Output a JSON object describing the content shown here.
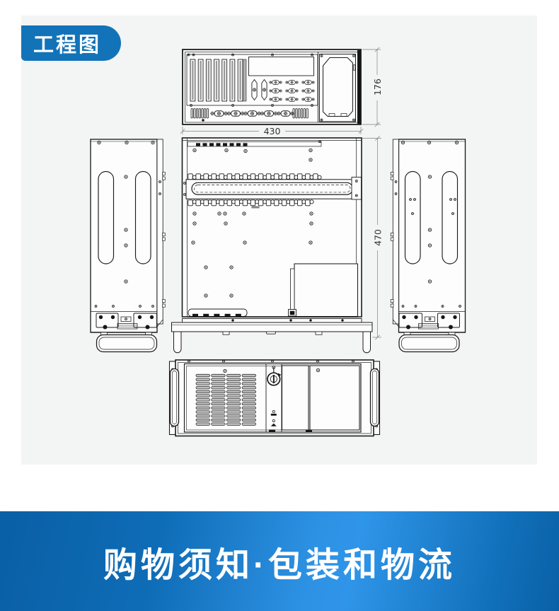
{
  "badge": {
    "label": "工程图"
  },
  "drawing": {
    "dimensions": {
      "width": "430",
      "height": "176",
      "depth": "470"
    }
  },
  "banner": {
    "title": "购物须知·包装和物流"
  },
  "colors": {
    "badge_blue": "#1273b9",
    "banner_blue_dark": "#0a5fa5",
    "banner_blue_light": "#2f95e8",
    "line": "#1c1c1c",
    "panel_bg": "#f3f4f4"
  }
}
